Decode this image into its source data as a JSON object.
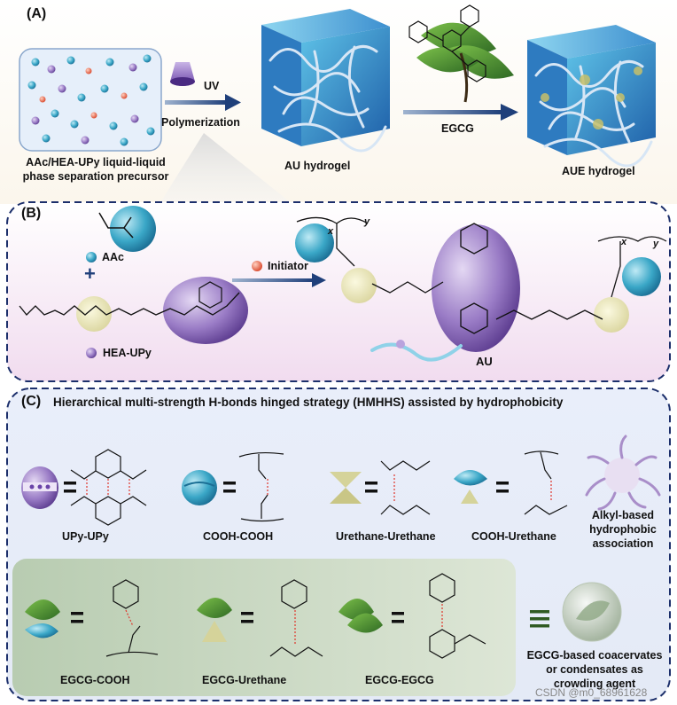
{
  "panel_a": {
    "label": "(A)",
    "precursor_caption_line1": "AAc/HEA-UPy liquid-liquid",
    "precursor_caption_line2": "phase separation precursor",
    "uv_label": "UV",
    "polymerization_label": "Polymerization",
    "au_hydrogel_label": "AU hydrogel",
    "egcg_label": "EGCG",
    "aue_hydrogel_label": "AUE hydrogel"
  },
  "panel_b": {
    "label": "(B)",
    "aac_label": "AAc",
    "plus": "+",
    "hea_upy_label": "HEA-UPy",
    "initiator_label": "Initiator",
    "au_label": "AU",
    "x_sub": "x",
    "y_sub": "y"
  },
  "panel_c": {
    "label": "(C)",
    "title": "Hierarchical multi-strength H-bonds hinged strategy (HMHHS) assisted by hydrophobicity",
    "bonds": [
      {
        "name": "UPy-UPy"
      },
      {
        "name": "COOH-COOH"
      },
      {
        "name": "Urethane-Urethane"
      },
      {
        "name": "COOH-Urethane"
      }
    ],
    "alkyl_line1": "Alkyl-based",
    "alkyl_line2": "hydrophobic",
    "alkyl_line3": "association",
    "egcg_bonds": [
      {
        "name": "EGCG-COOH"
      },
      {
        "name": "EGCG-Urethane"
      },
      {
        "name": "EGCG-EGCG"
      }
    ],
    "coacervate_line1": "EGCG-based coacervates",
    "coacervate_line2": "or condensates as",
    "coacervate_line3": "crowding agent",
    "equals": "=",
    "equiv": "≡"
  },
  "watermark": "CSDN @m0_68961628",
  "colors": {
    "dashed_border": "#1c2f6b",
    "arrow": "#1f3f7a",
    "panel_b_bg": "#f3e6f1",
    "panel_c_bg": "#eaf0fa",
    "green_box": "#c9d7c0",
    "teal": "#3aa7c7",
    "purple": "#8a6bb8",
    "yellow": "#e6e2a8",
    "leaf": "#3f7a2c"
  }
}
